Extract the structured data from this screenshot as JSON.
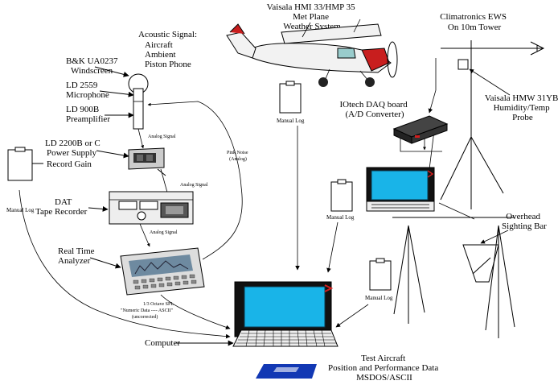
{
  "labels": {
    "vaisala_met_plane": [
      "Vaisala HMI 33/HMP 35",
      "Met Plane",
      "Weather System"
    ],
    "climatronics": [
      "Climatronics EWS",
      "On 10m Tower"
    ],
    "acoustic_signal": [
      "Acoustic Signal:",
      "Aircraft",
      "Ambient",
      "Piston Phone"
    ],
    "windscreen": [
      "B&K UA0237",
      "Windscreen"
    ],
    "microphone": [
      "LD 2559",
      "Microphone"
    ],
    "preamplifier": [
      "LD 900B",
      "Preamplifier"
    ],
    "power_supply": [
      "LD 2200B or C",
      "Power Supply"
    ],
    "record_gain": "Record Gain",
    "dat": [
      "DAT",
      "Tape Recorder"
    ],
    "rta": [
      "Real Time",
      "Analyzer"
    ],
    "computer": "Computer",
    "iotech": [
      "IOtech DAQ board",
      "(A/D Converter)"
    ],
    "vaisala_hmw": [
      "Vaisala HMW 31YB",
      "Humidity/Temp",
      "Probe"
    ],
    "overhead": [
      "Overhead",
      "Sighting Bar"
    ],
    "test_aircraft": [
      "Test Aircraft",
      "Position and Performance Data",
      "MSDOS/ASCII"
    ],
    "manual_log": "Manual Log",
    "analog_signal": "Analog Signal",
    "pink_noise": [
      "Pink Noise",
      "(Analog)"
    ],
    "octave_spl": [
      "1/3 Octave SPL",
      "\"Numeric Data ---- ASCII\"",
      "(uncorrected)"
    ]
  },
  "colors": {
    "screen": "#19b4e8",
    "screen_border": "#0a3a50",
    "screen_accent": "#d21e1e",
    "mousepad": "#1238b4",
    "plane_red": "#c81e1e",
    "rta_screen": "#6e8aa0"
  }
}
